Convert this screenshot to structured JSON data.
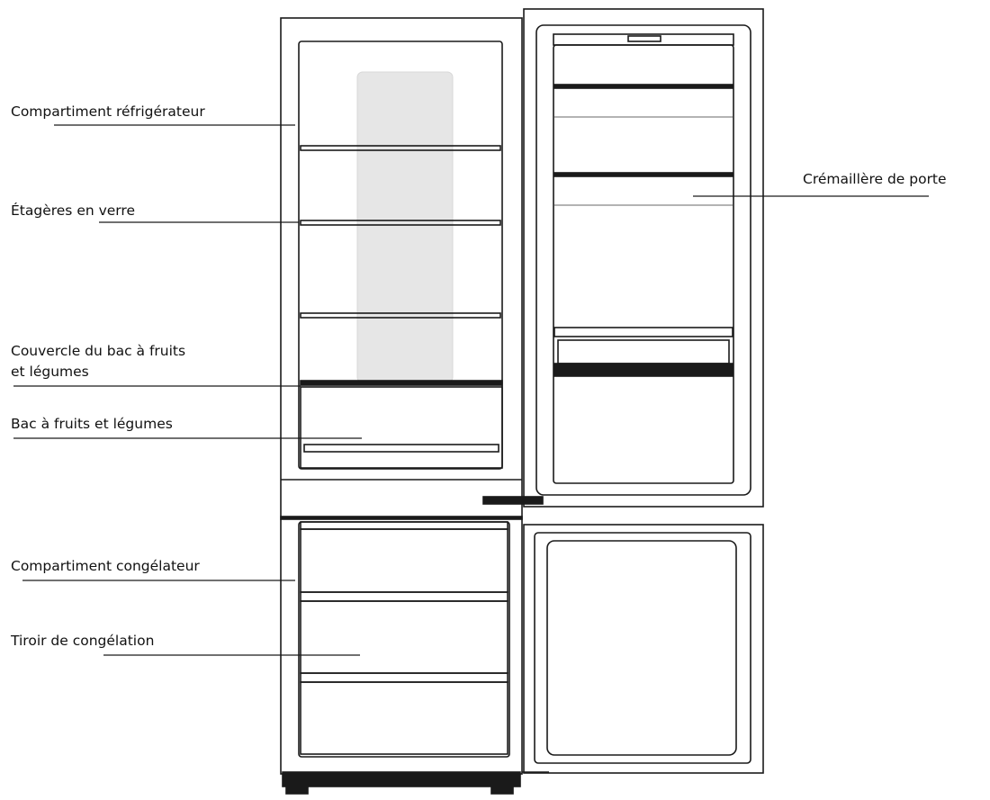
{
  "labels": {
    "fridge_compartment": "Compartiment réfrigérateur",
    "glass_shelves": "Étagères en verre",
    "crisper_cover_line1": "Couvercle du bac à fruits",
    "crisper_cover_line2": "et légumes",
    "crisper": "Bac à fruits et légumes",
    "freezer_compartment": "Compartiment congélateur",
    "freezer_drawer": "Tiroir de congélation",
    "door_rack": "Crémaillère de porte"
  },
  "colors": {
    "line": "#1a1a1a",
    "panel": "#e6e6e6",
    "background": "#ffffff"
  }
}
